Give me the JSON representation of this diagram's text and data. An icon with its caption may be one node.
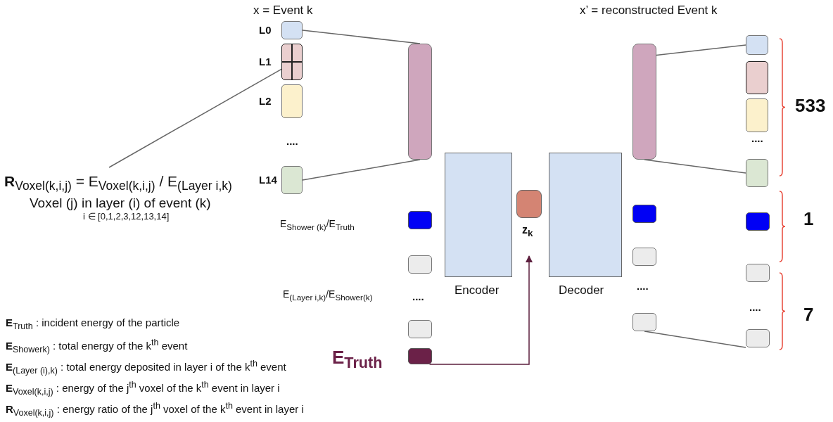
{
  "diagram": {
    "nodes": [
      {
        "text": [],
        "shape": "box",
        "beside": [
          "L0"
        ]
      },
      {
        "text": [],
        "shape": "box",
        "beside": [
          "L1"
        ]
      },
      {
        "text": [],
        "shape": "box",
        "beside": [
          "L2"
        ]
      },
      {
        "text": [],
        "shape": "box",
        "beside": [
          "L14"
        ]
      },
      {
        "text": [],
        "shape": "bar"
      },
      {
        "text": [],
        "shape": "box"
      },
      {
        "text": [],
        "shape": "box"
      },
      {
        "text": [],
        "shape": "box"
      },
      {
        "text": [],
        "shape": "box"
      },
      {
        "text": [
          "Encoder"
        ]
      },
      {
        "text": [
          "z$_{k}$"
        ]
      },
      {
        "text": [
          "Decoder"
        ]
      },
      {
        "text": [],
        "shape": "bar"
      },
      {
        "text": [],
        "shape": "box"
      },
      {
        "text": [],
        "shape": "box"
      },
      {
        "text": [],
        "shape": "box"
      },
      {
        "text": [],
        "shape": "box"
      },
      {
        "text": [],
        "shape": "box"
      },
      {
        "text": [],
        "shape": "box"
      },
      {
        "text": [],
        "shape": "box"
      },
      {
        "text": [],
        "shape": "box"
      },
      {
        "text": [],
        "shape": "box"
      },
      {
        "text": [],
        "shape": "box"
      },
      {
        "text": [
          "**R**$_{Voxel(k,i,j)}$  =  E$_{Voxel(k,i,j)}$ /  E$_{(Layer i,k)}$",
          "Voxel (j) in layer (i) of event (k)"
        ]
      }
    ],
    "edges": [
      {
        "from": 0,
        "to": 4,
        "arrow": "none"
      },
      {
        "from": 3,
        "to": 4,
        "arrow": "none"
      },
      {
        "from": 12,
        "to": 16,
        "arrow": "none"
      },
      {
        "from": 12,
        "to": 19,
        "arrow": "none"
      },
      {
        "from": 15,
        "to": 22,
        "arrow": "none"
      },
      {
        "from": 23,
        "to": 1,
        "arrow": "none"
      },
      {
        "from": 8,
        "to": 10,
        "arrow": "to",
        "color": "#5c1f3e"
      }
    ],
    "labels": [
      "x = Event k",
      "x’ = reconstructed Event k",
      "....",
      "....",
      "533",
      "i ∈ [0,1,2,3,12,13,14]",
      "E$_{Shower (k)}$/E$_{Truth}$",
      "1",
      "....",
      "E$_{(Layer i,k)}$/E$_{Shower(k)}$",
      "....",
      "....",
      "7",
      "E$_{Truth}$",
      "**E**$_{Truth}$ : incident energy of the particle",
      "**E**$_{Showerk)}$ : total energy of the k$^{th}$ event",
      "**E**$_{(Layer (i),k)}$ : total energy deposited in layer i of the k$^{th}$ event",
      "**E**$_{Voxel(k,i,j)}$ : energy of the j$^{th}$ voxel of the k$^{th}$ event in layer i",
      "**R**$_{Voxel(k,i,j)}$ : energy ratio of the j$^{th}$ voxel of the k$^{th}$ event in layer i"
    ]
  }
}
